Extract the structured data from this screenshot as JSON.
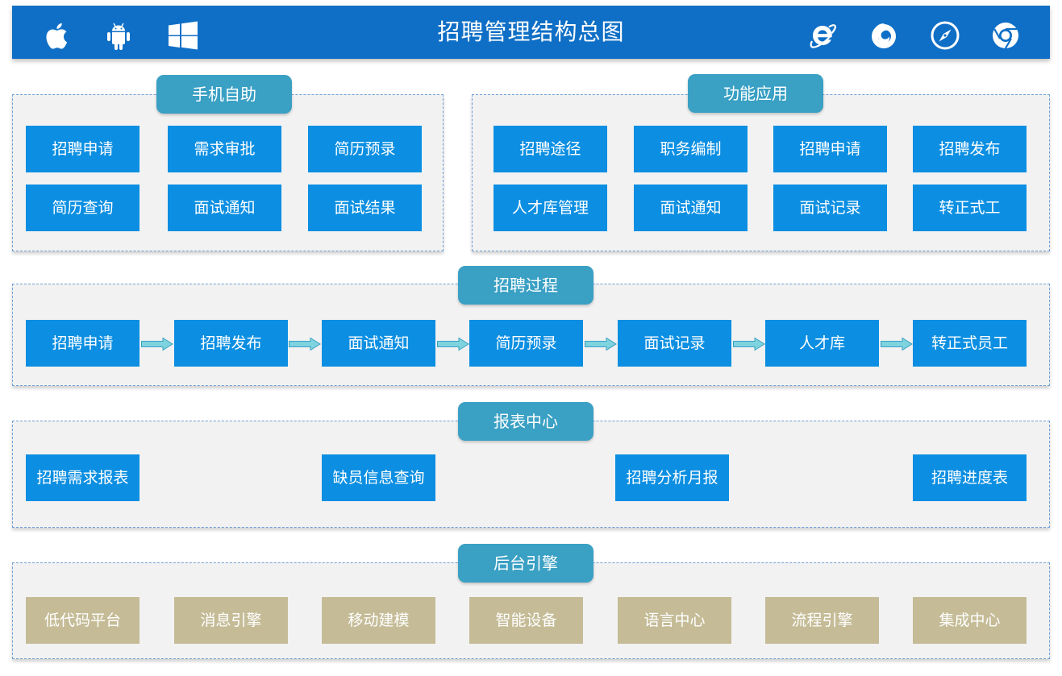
{
  "header": {
    "title": "招聘管理结构总图",
    "left_icons": [
      "apple-icon",
      "android-icon",
      "windows-icon"
    ],
    "right_icons": [
      "ie-icon",
      "firefox-icon",
      "safari-icon",
      "chrome-icon"
    ]
  },
  "mobile": {
    "title": "手机自助",
    "items": [
      "招聘申请",
      "需求审批",
      "简历预录",
      "简历查询",
      "面试通知",
      "面试结果"
    ]
  },
  "functions": {
    "title": "功能应用",
    "items": [
      "招聘途径",
      "职务编制",
      "招聘申请",
      "招聘发布",
      "人才库管理",
      "面试通知",
      "面试记录",
      "转正式工"
    ]
  },
  "process": {
    "title": "招聘过程",
    "steps": [
      "招聘申请",
      "招聘发布",
      "面试通知",
      "简历预录",
      "面试记录",
      "人才库",
      "转正式员工"
    ]
  },
  "reports": {
    "title": "报表中心",
    "items": [
      "招聘需求报表",
      "缺员信息查询",
      "招聘分析月报",
      "招聘进度表"
    ]
  },
  "engine": {
    "title": "后台引擎",
    "items": [
      "低代码平台",
      "消息引擎",
      "移动建模",
      "智能设备",
      "语言中心",
      "流程引擎",
      "集成中心"
    ]
  },
  "colors": {
    "header": "#0f6fc6",
    "pill": "#3aa0c4",
    "box": "#0c8fe2",
    "engine_box": "#c5bc97",
    "panel": "#f2f2f2",
    "panel_border": "#6f9fd6",
    "arrow": "#7fd3de"
  }
}
